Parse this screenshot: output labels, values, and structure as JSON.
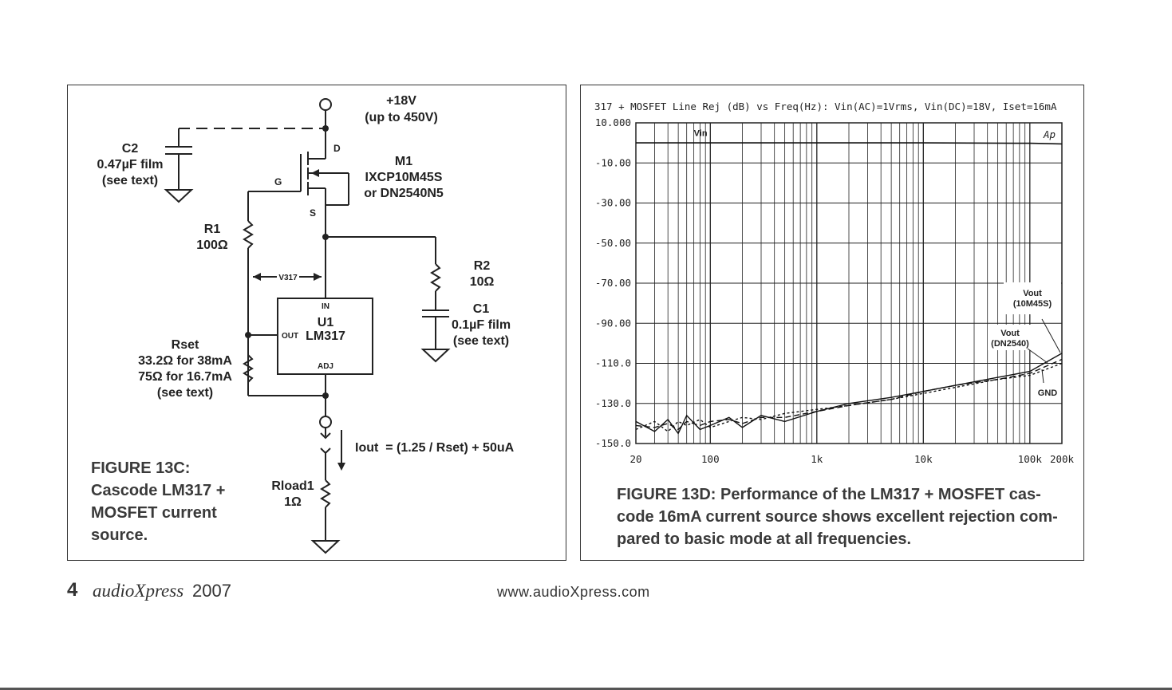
{
  "schematic": {
    "supply": "+18V",
    "supply_note": "(up to 450V)",
    "c2_name": "C2",
    "c2_value": "0.47µF film",
    "c2_note": "(see text)",
    "m1_name": "M1",
    "m1_part1": "IXCP10M45S",
    "m1_part2": "or DN2540N5",
    "pin_d": "D",
    "pin_g": "G",
    "pin_s": "S",
    "r1_name": "R1",
    "r1_value": "100Ω",
    "v317": "V317",
    "r2_name": "R2",
    "r2_value": "10Ω",
    "c1_name": "C1",
    "c1_value": "0.1µF film",
    "c1_note": "(see text)",
    "u1_in": "IN",
    "u1_name": "U1",
    "u1_part": "LM317",
    "u1_out": "OUT",
    "u1_adj": "ADJ",
    "rset_name": "Rset",
    "rset_v1": "33.2Ω for 38mA",
    "rset_v2": "75Ω for 16.7mA",
    "rset_note": "(see text)",
    "iout": "Iout  = (1.25 / Rset) + 50uA",
    "rload_name": "Rload1",
    "rload_value": "1Ω"
  },
  "figure_13c_caption": "FIGURE 13C: Cascode LM317 + MOSFET current source.",
  "figure_13d_caption": "FIGURE 13D: Performance of the LM317 + MOSFET cas­code 16mA current source shows excellent rejection com­pared to basic mode at all frequencies.",
  "chart_data": {
    "type": "line",
    "title": "317 + MOSFET Line Rej (dB) vs Freq(Hz): Vin(AC)=1Vrms, Vin(DC)=18V, Iset=16mA",
    "xscale": "log",
    "xlim": [
      20,
      200000
    ],
    "ylim": [
      -150,
      10
    ],
    "x_tick_labels": [
      "20",
      "100",
      "1k",
      "10k",
      "100k",
      "200k"
    ],
    "x_ticks": [
      20,
      100,
      1000,
      10000,
      100000,
      200000
    ],
    "y_tick_labels": [
      "10.000",
      "-10.00",
      "-30.00",
      "-50.00",
      "-70.00",
      "-90.00",
      "-110.0",
      "-130.0",
      "-150.0"
    ],
    "y_ticks": [
      10,
      -10,
      -30,
      -50,
      -70,
      -90,
      -110,
      -130,
      -150
    ],
    "grid": true,
    "logo": "Ap",
    "annotations": [
      "Vin",
      "Vout",
      "(10M45S)",
      "Vout",
      "(DN2540)",
      "GND"
    ],
    "series": [
      {
        "name": "Vin",
        "x": [
          20,
          100,
          1000,
          10000,
          100000,
          200000
        ],
        "y": [
          0,
          0,
          0,
          0,
          -0.2,
          -0.5
        ]
      },
      {
        "name": "Vout (10M45S)",
        "x": [
          20,
          30,
          40,
          50,
          60,
          80,
          100,
          150,
          200,
          300,
          500,
          1000,
          2000,
          5000,
          10000,
          20000,
          50000,
          100000,
          200000
        ],
        "y": [
          -139,
          -144,
          -138,
          -145,
          -136,
          -143,
          -141,
          -137,
          -142,
          -136,
          -139,
          -134,
          -130,
          -127,
          -124,
          -121,
          -117,
          -114,
          -105
        ]
      },
      {
        "name": "Vout (DN2540)",
        "x": [
          20,
          30,
          40,
          50,
          60,
          80,
          100,
          150,
          200,
          300,
          500,
          1000,
          2000,
          5000,
          10000,
          20000,
          50000,
          100000,
          200000
        ],
        "y": [
          -141,
          -142,
          -140,
          -143,
          -139,
          -141,
          -139,
          -138,
          -140,
          -137,
          -137,
          -134,
          -131,
          -128,
          -124,
          -121,
          -118,
          -115,
          -108
        ]
      },
      {
        "name": "GND",
        "x": [
          20,
          30,
          40,
          50,
          60,
          80,
          100,
          150,
          200,
          300,
          500,
          1000,
          2000,
          5000,
          10000,
          20000,
          50000,
          100000,
          200000
        ],
        "y": [
          -143,
          -139,
          -144,
          -139,
          -141,
          -138,
          -142,
          -139,
          -137,
          -138,
          -135,
          -133,
          -131,
          -128,
          -125,
          -122,
          -118,
          -116,
          -110
        ]
      }
    ]
  },
  "footer": {
    "page_number": "4",
    "magazine": "audioXpress",
    "year": "2007",
    "url": "www.audioXpress.com"
  }
}
